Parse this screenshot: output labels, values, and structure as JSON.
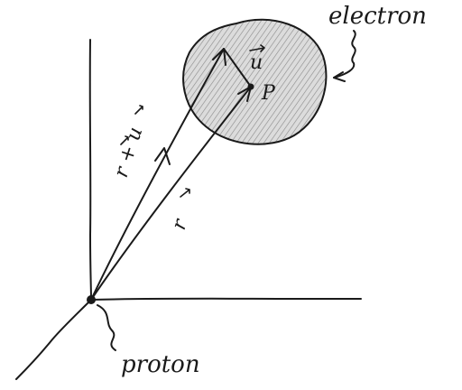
{
  "diagram": {
    "labels": {
      "electron": "electron",
      "point": "P",
      "u_vec": "u",
      "r_plus_u": "r + u",
      "r_vec": "r",
      "proton": "proton"
    },
    "colors": {
      "ink": "#1a1a1a",
      "cloud_fill": "#d9d9d9",
      "background": "#ffffff"
    }
  }
}
